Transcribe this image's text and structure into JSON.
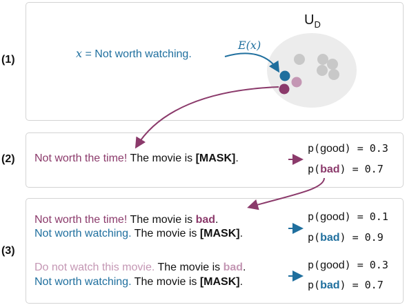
{
  "steps": [
    "(1)",
    "(2)",
    "(3)"
  ],
  "panel1": {
    "input_var": "x",
    "input_eq": " = Not worth watching.",
    "encoder_label": "E(x)",
    "space_label_base": "U",
    "space_label_sub": "D"
  },
  "panel2": {
    "prompt_demo": "Not worth the time!",
    "prompt_rest": " The movie is ",
    "mask": "[MASK]",
    "period": ".",
    "probs": [
      {
        "fn": "p(",
        "word": "good",
        "close": ")",
        "eq": " = 0.3",
        "highlight": false
      },
      {
        "fn": "p(",
        "word": "bad",
        "close": ")",
        "eq": " = 0.7",
        "highlight": true
      }
    ]
  },
  "panel3": {
    "blocks": [
      {
        "demo_text": "Not worth the time!",
        "demo_rest": " The movie is ",
        "demo_answer": "bad",
        "demo_period": ".",
        "query_text": "Not worth watching.",
        "query_rest": " The movie is ",
        "query_mask": "[MASK]",
        "query_period": ".",
        "probs": [
          {
            "fn": "p(",
            "word": "good",
            "close": ")",
            "eq": " = 0.1"
          },
          {
            "fn": "p(",
            "word": "bad",
            "close": ")",
            "eq": " = 0.9"
          }
        ]
      },
      {
        "demo_text": "Do not watch this movie.",
        "demo_rest": " The movie is ",
        "demo_answer": "bad",
        "demo_period": ".",
        "query_text": "Not worth watching.",
        "query_rest": " The movie is ",
        "query_mask": "[MASK]",
        "query_period": ".",
        "probs": [
          {
            "fn": "p(",
            "word": "good",
            "close": ")",
            "eq": " = 0.3"
          },
          {
            "fn": "p(",
            "word": "bad",
            "close": ")",
            "eq": " = 0.7"
          }
        ]
      }
    ]
  },
  "colors": {
    "blue": "#1f6f9e",
    "purple": "#8b3a6b",
    "light_purple": "#c497b4",
    "cluster_bg": "#ececec",
    "gray_dot": "#c8c8c8",
    "panel_border": "#d3d3d3"
  }
}
